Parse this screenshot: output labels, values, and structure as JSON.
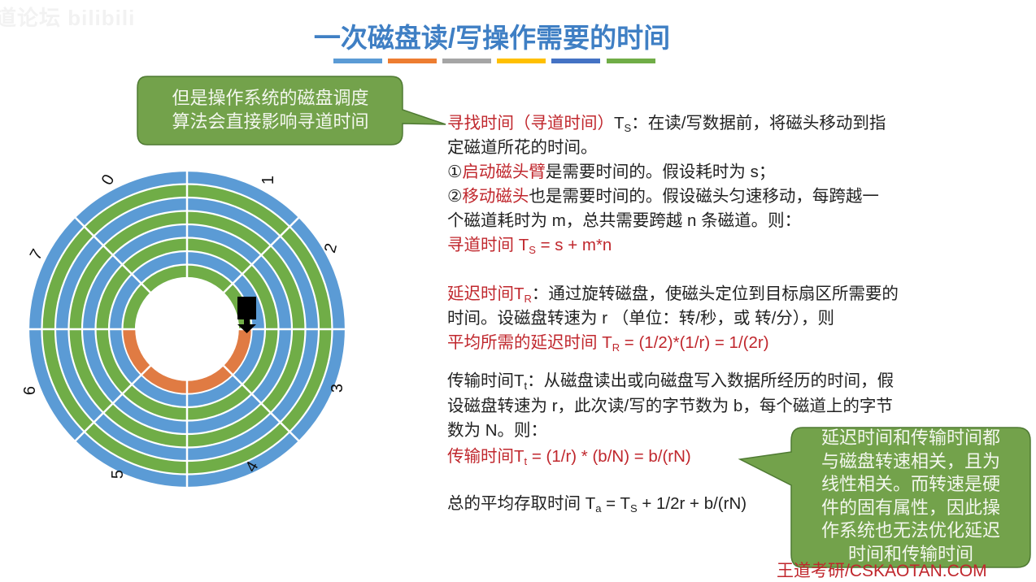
{
  "watermark": "道论坛 bilibili",
  "title": "一次磁盘读/写操作需要的时间",
  "title_bar_colors": [
    "#5b9bd5",
    "#ed7d31",
    "#a5a5a5",
    "#ffc000",
    "#4472c4",
    "#70ad47"
  ],
  "colors": {
    "accent_red": "#c0272d",
    "track_blue": "#5b9bd5",
    "track_green": "#70ad47",
    "highlight_orange": "#e07b43",
    "callout_green": "#73a24b"
  },
  "callout_top": {
    "lines": [
      "但是操作系统的磁盘调度",
      "算法会直接影响寻道时间"
    ]
  },
  "callout_bottom": {
    "lines": [
      "延迟时间和传输时间都",
      "与磁盘转速相关，且为",
      "线性相关。而转速是硬",
      "件的固有属性，因此操",
      "作系统也无法优化延迟",
      "时间和传输时间"
    ]
  },
  "disk": {
    "sectors": [
      "0",
      "1",
      "2",
      "3",
      "4",
      "5",
      "6",
      "7"
    ],
    "tracks": 8,
    "highlighted_track": "innermost",
    "icons": [
      "disk-head-icon"
    ]
  },
  "content": {
    "lines": [
      [
        {
          "t": "寻找时间（寻道时间）",
          "red": true
        },
        {
          "t": "T"
        },
        {
          "t": "S",
          "sub": true
        },
        {
          "t": "：在读/写数据前，将磁头移动到指"
        }
      ],
      [
        {
          "t": "定磁道所花的时间。"
        }
      ],
      [
        {
          "t": "①"
        },
        {
          "t": "启动磁头臂",
          "red": true
        },
        {
          "t": "是需要时间的。假设耗时为 s；"
        }
      ],
      [
        {
          "t": "②"
        },
        {
          "t": "移动磁头",
          "red": true
        },
        {
          "t": "也是需要时间的。假设磁头匀速移动，每跨越一"
        }
      ],
      [
        {
          "t": "个磁道耗时为 m，总共需要跨越 n 条磁道。则："
        }
      ],
      [
        {
          "t": "寻道时间 T",
          "red": true
        },
        {
          "t": "S",
          "sub": true,
          "red": true
        },
        {
          "t": " = s + m*n",
          "red": true
        }
      ],
      [
        {
          "t": "延迟时间T",
          "red": true
        },
        {
          "t": "R",
          "sub": true,
          "red": true
        },
        {
          "t": "：通过旋转磁盘，使磁头定位到目标扇区所需要的"
        }
      ],
      [
        {
          "t": "时间。设磁盘转速为 r （单位：转/秒，或 转/分），则"
        }
      ],
      [
        {
          "t": "平均所需的延迟时间 T",
          "red": true
        },
        {
          "t": "R",
          "sub": true,
          "red": true
        },
        {
          "t": " = (1/2)*(1/r) = 1/(2r)",
          "red": true
        }
      ],
      [
        {
          "t": "传输时间T"
        },
        {
          "t": "t",
          "sub": true
        },
        {
          "t": "：从磁盘读出或向磁盘写入数据所经历的时间，假"
        }
      ],
      [
        {
          "t": "设磁盘转速为 r，此次读/写的字节数为 b，每个磁道上的字节"
        }
      ],
      [
        {
          "t": "数为 N。则："
        }
      ],
      [
        {
          "t": "传输时间T",
          "red": true
        },
        {
          "t": "t",
          "sub": true,
          "red": true
        },
        {
          "t": " = (1/r) * (b/N) = b/(rN)",
          "red": true
        }
      ],
      [
        {
          "t": "总的平均存取时间 T"
        },
        {
          "t": "a",
          "sub": true
        },
        {
          "t": " = T"
        },
        {
          "t": "S",
          "sub": true
        },
        {
          "t": " + 1/2r + b/(rN)"
        }
      ]
    ]
  },
  "footer": "王道考研/CSKAOTAN.COM"
}
